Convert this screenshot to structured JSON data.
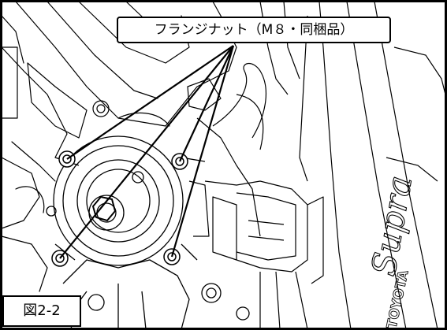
{
  "callout": {
    "text": "フランジナット（M８・同梱品）"
  },
  "figure": {
    "label": "図2-2"
  },
  "emblem": {
    "text": "Supra",
    "brand": "TOYOTA"
  },
  "colors": {
    "line": "#000000",
    "background": "#ffffff"
  },
  "icons": [
    "flange-nut-icon",
    "pulley-icon",
    "bolt-icon"
  ]
}
